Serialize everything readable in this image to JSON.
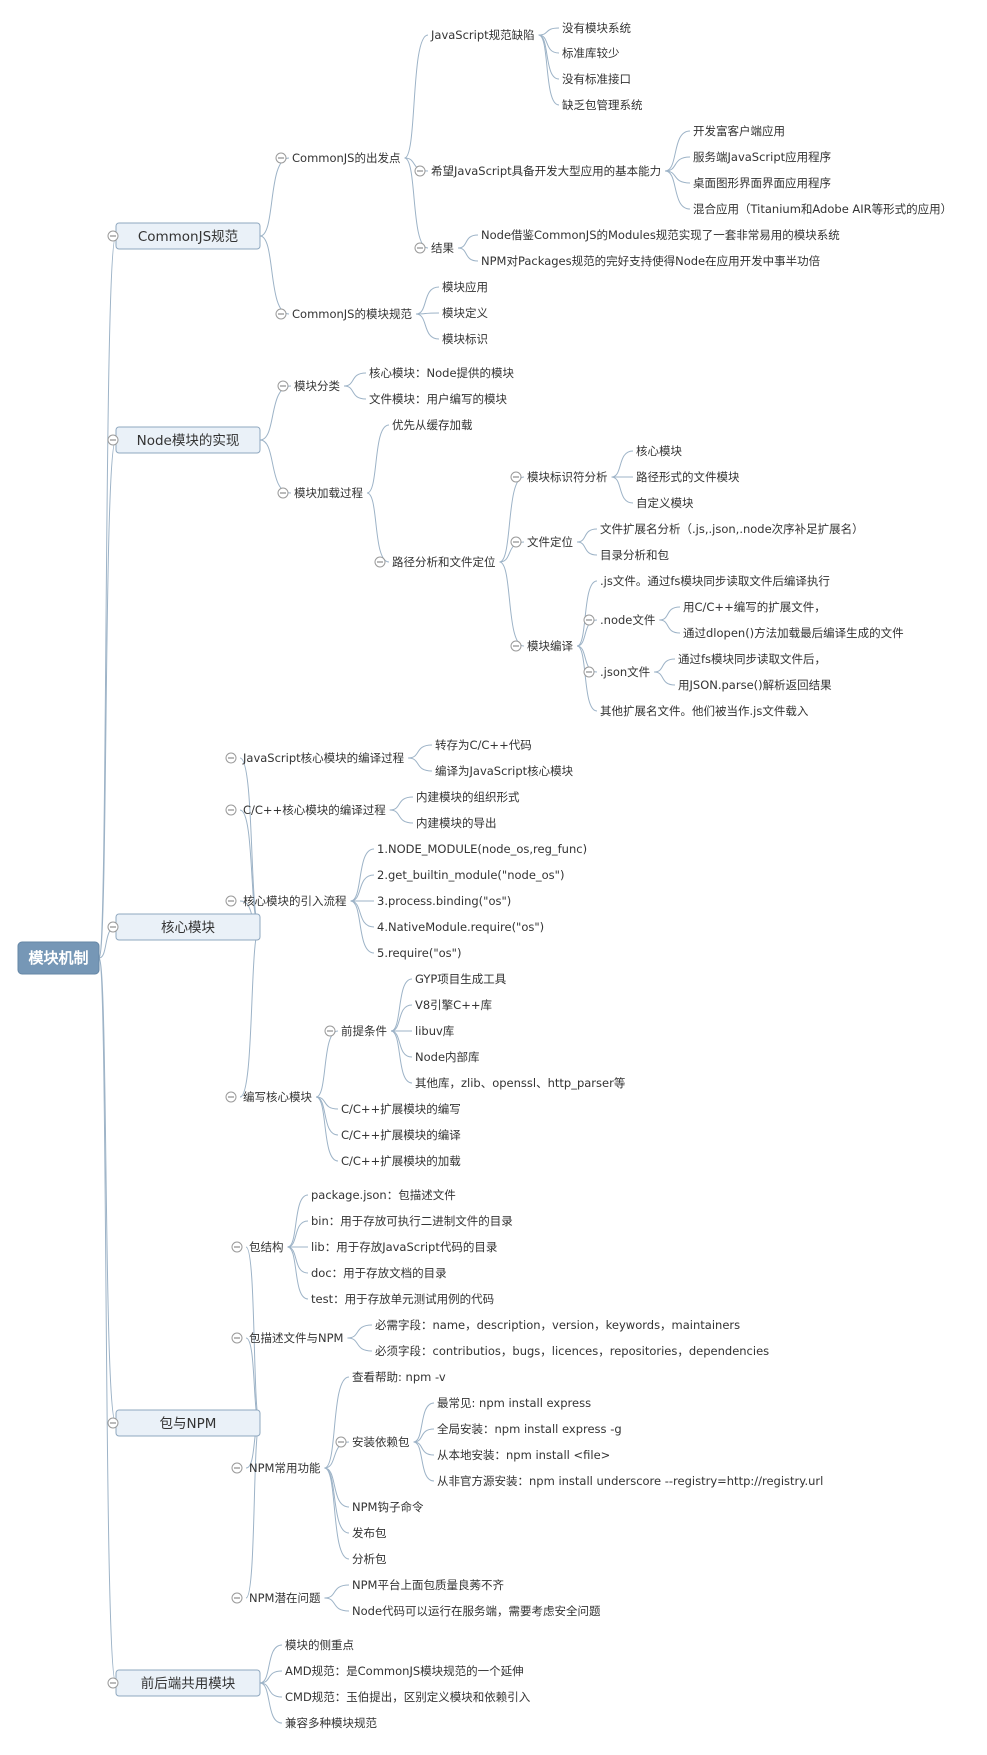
{
  "root": {
    "id": "root",
    "label": "模块机制"
  },
  "nodes": [
    {
      "id": "n1",
      "parent": "root",
      "level": 1,
      "label": "CommonJS规范"
    },
    {
      "id": "n1a",
      "parent": "n1",
      "level": 2,
      "label": "CommonJS的出发点"
    },
    {
      "id": "n1a1",
      "parent": "n1a",
      "level": 3,
      "label": "JavaScript规范缺陷"
    },
    {
      "id": "n1a1a",
      "parent": "n1a1",
      "level": 4,
      "label": "没有模块系统"
    },
    {
      "id": "n1a1b",
      "parent": "n1a1",
      "level": 4,
      "label": "标准库较少"
    },
    {
      "id": "n1a1c",
      "parent": "n1a1",
      "level": 4,
      "label": "没有标准接口"
    },
    {
      "id": "n1a1d",
      "parent": "n1a1",
      "level": 4,
      "label": "缺乏包管理系统"
    },
    {
      "id": "n1a2",
      "parent": "n1a",
      "level": 3,
      "label": "希望JavaScript具备开发大型应用的基本能力"
    },
    {
      "id": "n1a2a",
      "parent": "n1a2",
      "level": 4,
      "label": "开发富客户端应用"
    },
    {
      "id": "n1a2b",
      "parent": "n1a2",
      "level": 4,
      "label": "服务端JavaScript应用程序"
    },
    {
      "id": "n1a2c",
      "parent": "n1a2",
      "level": 4,
      "label": "桌面图形界面界面应用程序"
    },
    {
      "id": "n1a2d",
      "parent": "n1a2",
      "level": 4,
      "label": "混合应用（Titanium和Adobe AIR等形式的应用）"
    },
    {
      "id": "n1a3",
      "parent": "n1a",
      "level": 3,
      "label": "结果"
    },
    {
      "id": "n1a3a",
      "parent": "n1a3",
      "level": 4,
      "label": "Node借鉴CommonJS的Modules规范实现了一套非常易用的模块系统"
    },
    {
      "id": "n1a3b",
      "parent": "n1a3",
      "level": 4,
      "label": "NPM对Packages规范的完好支持使得Node在应用开发中事半功倍"
    },
    {
      "id": "n1b",
      "parent": "n1",
      "level": 2,
      "label": "CommonJS的模块规范"
    },
    {
      "id": "n1b1",
      "parent": "n1b",
      "level": 3,
      "label": "模块应用"
    },
    {
      "id": "n1b2",
      "parent": "n1b",
      "level": 3,
      "label": "模块定义"
    },
    {
      "id": "n1b3",
      "parent": "n1b",
      "level": 3,
      "label": "模块标识"
    },
    {
      "id": "n2",
      "parent": "root",
      "level": 1,
      "label": "Node模块的实现"
    },
    {
      "id": "n2a",
      "parent": "n2",
      "level": 2,
      "label": "模块分类"
    },
    {
      "id": "n2a1",
      "parent": "n2a",
      "level": 3,
      "label": "核心模块：Node提供的模块"
    },
    {
      "id": "n2a2",
      "parent": "n2a",
      "level": 3,
      "label": "文件模块：用户编写的模块"
    },
    {
      "id": "n2b",
      "parent": "n2",
      "level": 2,
      "label": "模块加载过程"
    },
    {
      "id": "n2b1",
      "parent": "n2b",
      "level": 3,
      "label": "优先从缓存加载"
    },
    {
      "id": "n2b2",
      "parent": "n2b",
      "level": 3,
      "label": "路径分析和文件定位"
    },
    {
      "id": "n2b2a",
      "parent": "n2b2",
      "level": 4,
      "label": "模块标识符分析"
    },
    {
      "id": "n2b2a1",
      "parent": "n2b2a",
      "level": 5,
      "label": "核心模块"
    },
    {
      "id": "n2b2a2",
      "parent": "n2b2a",
      "level": 5,
      "label": "路径形式的文件模块"
    },
    {
      "id": "n2b2a3",
      "parent": "n2b2a",
      "level": 5,
      "label": "自定义模块"
    },
    {
      "id": "n2b2b",
      "parent": "n2b2",
      "level": 4,
      "label": "文件定位"
    },
    {
      "id": "n2b2b1",
      "parent": "n2b2b",
      "level": 5,
      "label": "文件扩展名分析（.js,.json,.node次序补足扩展名）"
    },
    {
      "id": "n2b2b2",
      "parent": "n2b2b",
      "level": 5,
      "label": "目录分析和包"
    },
    {
      "id": "n2b2c",
      "parent": "n2b2",
      "level": 4,
      "label": "模块编译"
    },
    {
      "id": "n2b2c1",
      "parent": "n2b2c",
      "level": 5,
      "label": ".js文件。通过fs模块同步读取文件后编译执行"
    },
    {
      "id": "n2b2c2",
      "parent": "n2b2c",
      "level": 5,
      "label": ".node文件"
    },
    {
      "id": "n2b2c2a",
      "parent": "n2b2c2",
      "level": 6,
      "label": "用C/C++编写的扩展文件，"
    },
    {
      "id": "n2b2c2b",
      "parent": "n2b2c2",
      "level": 6,
      "label": "通过dlopen()方法加载最后编译生成的文件"
    },
    {
      "id": "n2b2c3",
      "parent": "n2b2c",
      "level": 5,
      "label": ".json文件"
    },
    {
      "id": "n2b2c3a",
      "parent": "n2b2c3",
      "level": 6,
      "label": "通过fs模块同步读取文件后，"
    },
    {
      "id": "n2b2c3b",
      "parent": "n2b2c3",
      "level": 6,
      "label": "用JSON.parse()解析返回结果"
    },
    {
      "id": "n2b2c4",
      "parent": "n2b2c",
      "level": 5,
      "label": "其他扩展名文件。他们被当作.js文件载入"
    },
    {
      "id": "n3",
      "parent": "root",
      "level": 1,
      "label": "核心模块"
    },
    {
      "id": "n3a",
      "parent": "n3",
      "level": 2,
      "label": "JavaScript核心模块的编译过程"
    },
    {
      "id": "n3a1",
      "parent": "n3a",
      "level": 3,
      "label": "转存为C/C++代码"
    },
    {
      "id": "n3a2",
      "parent": "n3a",
      "level": 3,
      "label": "编译为JavaScript核心模块"
    },
    {
      "id": "n3b",
      "parent": "n3",
      "level": 2,
      "label": "C/C++核心模块的编译过程"
    },
    {
      "id": "n3b1",
      "parent": "n3b",
      "level": 3,
      "label": "内建模块的组织形式"
    },
    {
      "id": "n3b2",
      "parent": "n3b",
      "level": 3,
      "label": "内建模块的导出"
    },
    {
      "id": "n3c",
      "parent": "n3",
      "level": 2,
      "label": "核心模块的引入流程"
    },
    {
      "id": "n3c1",
      "parent": "n3c",
      "level": 3,
      "label": "1.NODE_MODULE(node_os,reg_func)"
    },
    {
      "id": "n3c2",
      "parent": "n3c",
      "level": 3,
      "label": "2.get_builtin_module(\"node_os\")"
    },
    {
      "id": "n3c3",
      "parent": "n3c",
      "level": 3,
      "label": "3.process.binding(\"os\")"
    },
    {
      "id": "n3c4",
      "parent": "n3c",
      "level": 3,
      "label": "4.NativeModule.require(\"os\")"
    },
    {
      "id": "n3c5",
      "parent": "n3c",
      "level": 3,
      "label": "5.require(\"os\")"
    },
    {
      "id": "n3d",
      "parent": "n3",
      "level": 2,
      "label": "编写核心模块"
    },
    {
      "id": "n3d1",
      "parent": "n3d",
      "level": 3,
      "label": "前提条件"
    },
    {
      "id": "n3d1a",
      "parent": "n3d1",
      "level": 4,
      "label": "GYP项目生成工具"
    },
    {
      "id": "n3d1b",
      "parent": "n3d1",
      "level": 4,
      "label": "V8引擎C++库"
    },
    {
      "id": "n3d1c",
      "parent": "n3d1",
      "level": 4,
      "label": "libuv库"
    },
    {
      "id": "n3d1d",
      "parent": "n3d1",
      "level": 4,
      "label": "Node内部库"
    },
    {
      "id": "n3d1e",
      "parent": "n3d1",
      "level": 4,
      "label": "其他库，zlib、openssl、http_parser等"
    },
    {
      "id": "n3d2",
      "parent": "n3d",
      "level": 3,
      "label": "C/C++扩展模块的编写"
    },
    {
      "id": "n3d3",
      "parent": "n3d",
      "level": 3,
      "label": "C/C++扩展模块的编译"
    },
    {
      "id": "n3d4",
      "parent": "n3d",
      "level": 3,
      "label": "C/C++扩展模块的加载"
    },
    {
      "id": "n4",
      "parent": "root",
      "level": 1,
      "label": "包与NPM"
    },
    {
      "id": "n4a",
      "parent": "n4",
      "level": 2,
      "label": "包结构"
    },
    {
      "id": "n4a1",
      "parent": "n4a",
      "level": 3,
      "label": "package.json：包描述文件"
    },
    {
      "id": "n4a2",
      "parent": "n4a",
      "level": 3,
      "label": "bin：用于存放可执行二进制文件的目录"
    },
    {
      "id": "n4a3",
      "parent": "n4a",
      "level": 3,
      "label": "lib：用于存放JavaScript代码的目录"
    },
    {
      "id": "n4a4",
      "parent": "n4a",
      "level": 3,
      "label": "doc：用于存放文档的目录"
    },
    {
      "id": "n4a5",
      "parent": "n4a",
      "level": 3,
      "label": "test：用于存放单元测试用例的代码"
    },
    {
      "id": "n4b",
      "parent": "n4",
      "level": 2,
      "label": "包描述文件与NPM"
    },
    {
      "id": "n4b1",
      "parent": "n4b",
      "level": 3,
      "label": "必需字段：name，description，version，keywords，maintainers"
    },
    {
      "id": "n4b2",
      "parent": "n4b",
      "level": 3,
      "label": "必须字段：contributios，bugs，licences，repositories，dependencies"
    },
    {
      "id": "n4c",
      "parent": "n4",
      "level": 2,
      "label": "NPM常用功能"
    },
    {
      "id": "n4c1",
      "parent": "n4c",
      "level": 3,
      "label": "查看帮助: npm -v"
    },
    {
      "id": "n4c2",
      "parent": "n4c",
      "level": 3,
      "label": "安装依赖包"
    },
    {
      "id": "n4c2a",
      "parent": "n4c2",
      "level": 4,
      "label": "最常见: npm install express"
    },
    {
      "id": "n4c2b",
      "parent": "n4c2",
      "level": 4,
      "label": "全局安装：npm install express -g"
    },
    {
      "id": "n4c2c",
      "parent": "n4c2",
      "level": 4,
      "label": "从本地安装：npm install <file>"
    },
    {
      "id": "n4c2d",
      "parent": "n4c2",
      "level": 4,
      "label": "从非官方源安装：npm install underscore --registry=http://registry.url"
    },
    {
      "id": "n4c3",
      "parent": "n4c",
      "level": 3,
      "label": "NPM钩子命令"
    },
    {
      "id": "n4c4",
      "parent": "n4c",
      "level": 3,
      "label": "发布包"
    },
    {
      "id": "n4c5",
      "parent": "n4c",
      "level": 3,
      "label": "分析包"
    },
    {
      "id": "n4d",
      "parent": "n4",
      "level": 2,
      "label": "NPM潜在问题"
    },
    {
      "id": "n4d1",
      "parent": "n4d",
      "level": 3,
      "label": "NPM平台上面包质量良莠不齐"
    },
    {
      "id": "n4d2",
      "parent": "n4d",
      "level": 3,
      "label": "Node代码可以运行在服务端，需要考虑安全问题"
    },
    {
      "id": "n5",
      "parent": "root",
      "level": 1,
      "label": "前后端共用模块"
    },
    {
      "id": "n5a",
      "parent": "n5",
      "level": 2,
      "label": "模块的侧重点"
    },
    {
      "id": "n5b",
      "parent": "n5",
      "level": 2,
      "label": "AMD规范：是CommonJS模块规范的一个延伸"
    },
    {
      "id": "n5c",
      "parent": "n5",
      "level": 2,
      "label": "CMD规范：玉伯提出，区别定义模块和依赖引入"
    },
    {
      "id": "n5d",
      "parent": "n5",
      "level": 2,
      "label": "兼容多种模块规范"
    }
  ],
  "colors": {
    "edge": "#9db3c7",
    "root_fill": "#7697b6",
    "level1_fill": "#eaf1f8",
    "text": "#333333"
  }
}
